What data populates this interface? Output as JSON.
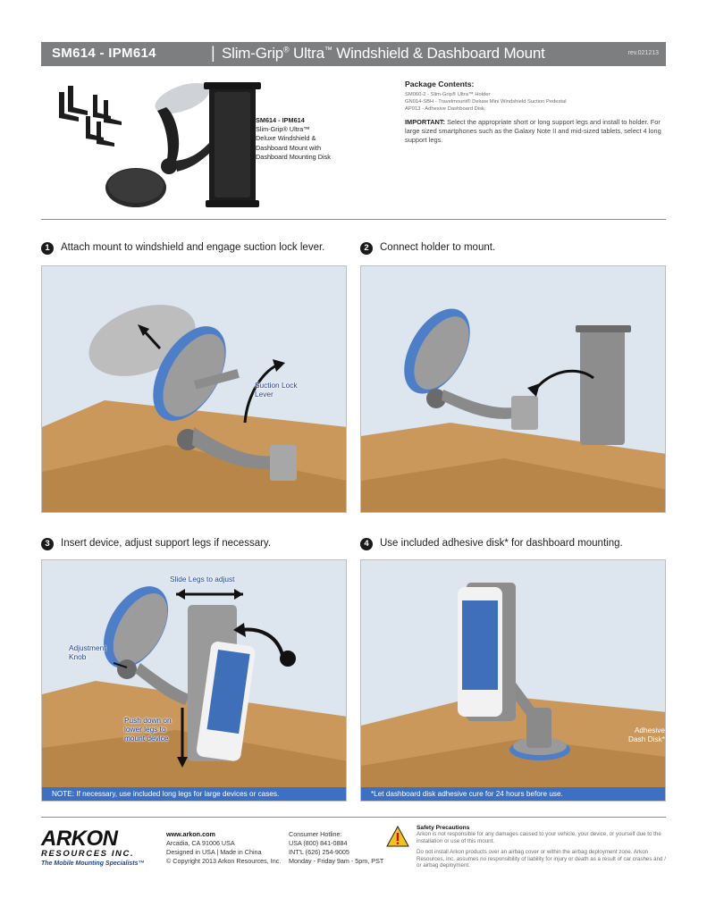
{
  "header": {
    "model": "SM614 - IPM614",
    "separator": "|",
    "title_part1": "Slim-Grip",
    "title_reg": "®",
    "title_part2": " Ultra",
    "title_tm": "™",
    "title_part3": " Windshield & Dashboard Mount",
    "revision": "rev.021213"
  },
  "product": {
    "caption_title": "SM614 - IPM614",
    "caption_lines": [
      "Slim-Grip® Ultra™",
      "Deluxe Windshield &",
      "Dashboard Mount with",
      "Dashboard Mounting Disk"
    ]
  },
  "package": {
    "title": "Package Contents:",
    "items": [
      "SM060-2 - Slim-Grip® Ultra™ Holder",
      "GN014-SBH - Travelmount® Deluxe Mini Windshield Suction Pedestal",
      "AP013 - Adhesive Dashboard Disk"
    ],
    "important_label": "IMPORTANT:",
    "important_text": " Select the appropriate short or long support legs and install to holder. For large sized smartphones such as the Galaxy Note II and mid-sized tablets, select 4 long support legs."
  },
  "steps": [
    {
      "number": "1",
      "text": "Attach mount to windshield and engage suction lock lever.",
      "labels": [
        "Suction Lock",
        "Lever"
      ]
    },
    {
      "number": "2",
      "text": "Connect holder to mount.",
      "labels": []
    },
    {
      "number": "3",
      "text": "Insert device, adjust support legs if necessary.",
      "labels": [
        "Slide Legs to adjust",
        "Adjustment",
        "Knob",
        "Push down on",
        "lower legs to",
        "mount device"
      ],
      "note": "NOTE: If necessary, use included long legs for large devices or cases."
    },
    {
      "number": "4",
      "text": "Use included adhesive disk* for dashboard mounting.",
      "labels": [
        "Adhesive",
        "Dash Disk*"
      ],
      "note": "*Let dashboard disk adhesive cure for 24 hours before use."
    }
  ],
  "footer": {
    "brand": "ARKON",
    "brand_sub": "RESOURCES INC.",
    "tagline": "The Mobile Mounting Specialists™",
    "website": "www.arkon.com",
    "address": "Arcadia, CA 91006 USA",
    "designed": "Designed in USA | Made in China",
    "copyright": "© Copyright 2013 Arkon Resources, Inc.",
    "hotline_title": "Consumer Hotline:",
    "hotline_usa": "USA    (800) 841-0884",
    "hotline_intl": "INT'L   (626) 254-9005",
    "hours": "Monday - Friday 9am - 5pm, PST",
    "safety_title": "Safety Precautions",
    "safety_1": "Arkon is not responsible for any damages caused to your vehicle, your device, or yourself due to the installation or use of this mount.",
    "safety_2": "Do not install Arkon products over an airbag cover or within the airbag deployment zone.  Arkon Resources, Inc. assumes no responsibility of liability for injury or death as a result of car crashes and / or airbag deployment."
  }
}
